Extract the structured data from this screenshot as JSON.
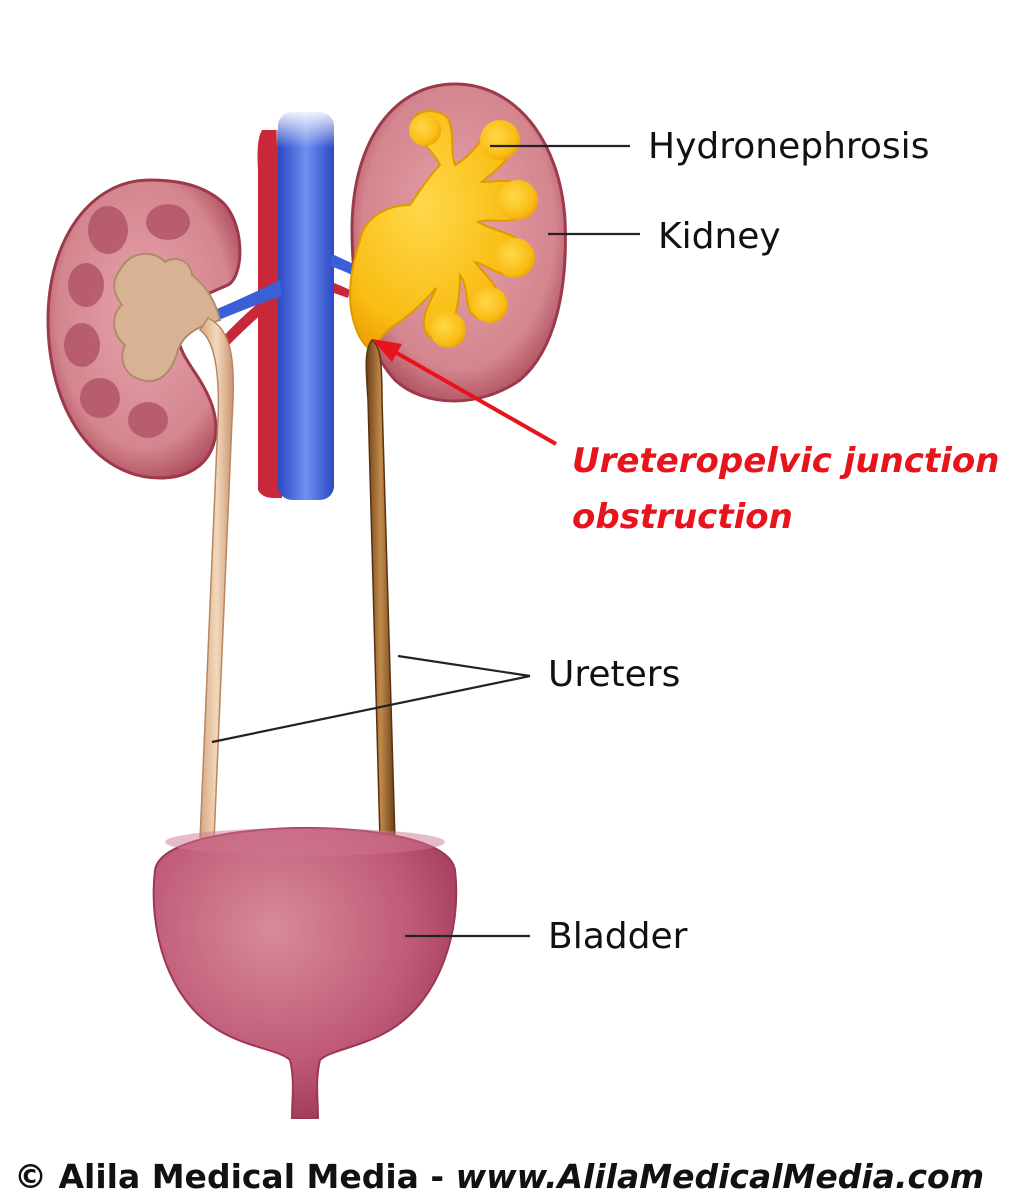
{
  "labels": {
    "hydronephrosis": "Hydronephrosis",
    "kidney": "Kidney",
    "obstruction_line1": "Ureteropelvic junction",
    "obstruction_line2": "obstruction",
    "ureters": "Ureters",
    "bladder": "Bladder"
  },
  "credit": {
    "org": "© Alila Medical Media - ",
    "url": "www.AlilaMedicalMedia.com"
  },
  "colors": {
    "highlight_red": "#e8141c",
    "kidney_tissue": "#c8707a",
    "hydronephrosis_yellow": "#f9c21a",
    "vein_blue": "#3b5fd6",
    "artery_red": "#c8283a",
    "ureter_normal": "#e8c2a0",
    "ureter_obstructed": "#8a5a2a",
    "bladder": "#c05a78"
  }
}
